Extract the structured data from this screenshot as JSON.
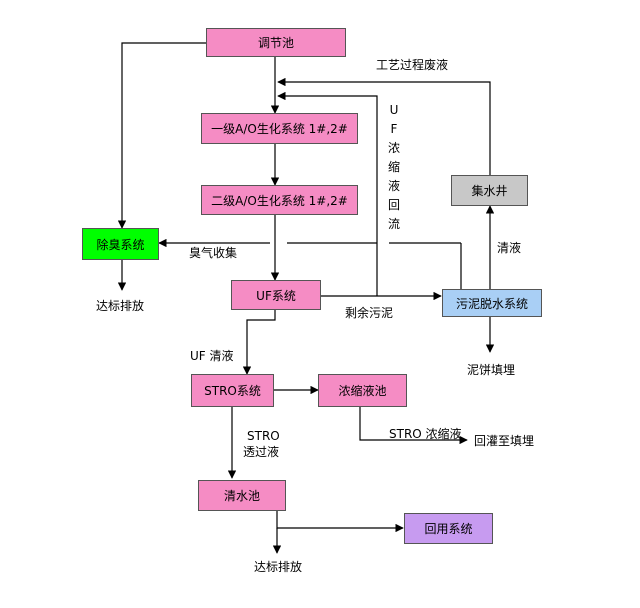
{
  "nodes": {
    "regulating_tank": "调节池",
    "ao1": "一级A/O生化系统 1#,2#",
    "ao2": "二级A/O生化系统 1#,2#",
    "deodorization": "除臭系统",
    "uf_system": "UF系统",
    "sludge_dewatering": "污泥脱水系统",
    "sump": "集水井",
    "stro_system": "STRO系统",
    "concentrate_tank": "浓缩液池",
    "clear_water_tank": "清水池",
    "reuse_system": "回用系统"
  },
  "labels": {
    "process_waste": "工艺过程废液",
    "uf_concentrate_reflux": "UF浓缩液回流",
    "odor_collection": "臭气收集",
    "discharge_1": "达标排放",
    "residual_sludge": "剩余污泥",
    "filtrate": "清液",
    "sludge_cake_landfill": "泥饼填埋",
    "uf_permeate": "UF 清液",
    "stro_permeate_line1": "STRO",
    "stro_permeate_line2": "透过液",
    "stro_concentrate": "STRO 浓缩液",
    "recharge_landfill": "回灌至填埋",
    "discharge_2": "达标排放"
  }
}
